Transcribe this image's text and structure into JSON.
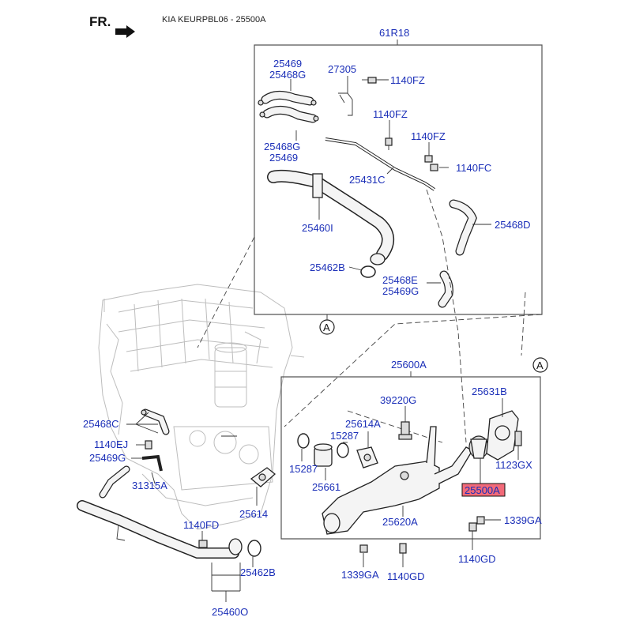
{
  "header": {
    "fr_label": "FR.",
    "title": "KIA KEURPBL06 - 25500A"
  },
  "groups": {
    "upper_box": "61R18",
    "lower_box": "25600A",
    "ref_A_upper": "A",
    "ref_A_lower": "A"
  },
  "labels": {
    "l25469_top": "25469",
    "l25468g_top": "25468G",
    "l27305": "27305",
    "l1140fz_a": "1140FZ",
    "l1140fz_b": "1140FZ",
    "l1140fz_c": "1140FZ",
    "l1140fc": "1140FC",
    "l25468g_bot": "25468G",
    "l25469_bot": "25469",
    "l25431c": "25431C",
    "l25468d": "25468D",
    "l25460i": "25460I",
    "l25462b_top": "25462B",
    "l25468e": "25468E",
    "l25469g_top": "25469G",
    "l39220g": "39220G",
    "l25631b": "25631B",
    "l25614a": "25614A",
    "l15287_a": "15287",
    "l15287_b": "15287",
    "l25661": "25661",
    "l1123gx": "1123GX",
    "l25500a": "25500A",
    "l25620a": "25620A",
    "l1339ga_a": "1339GA",
    "l1339ga_b": "1339GA",
    "l1140gd_a": "1140GD",
    "l1140gd_b": "1140GD",
    "l25468c": "25468C",
    "l1140ej": "1140EJ",
    "l25469g_left": "25469G",
    "l31315a": "31315A",
    "l25614": "25614",
    "l1140fd": "1140FD",
    "l25462b_bot": "25462B",
    "l25460o": "25460O"
  },
  "colors": {
    "label": "#1b2fb8",
    "highlight": "#f26a79",
    "line": "#333333",
    "engine": "#bdbdbd"
  },
  "highlighted_part": "25500A"
}
